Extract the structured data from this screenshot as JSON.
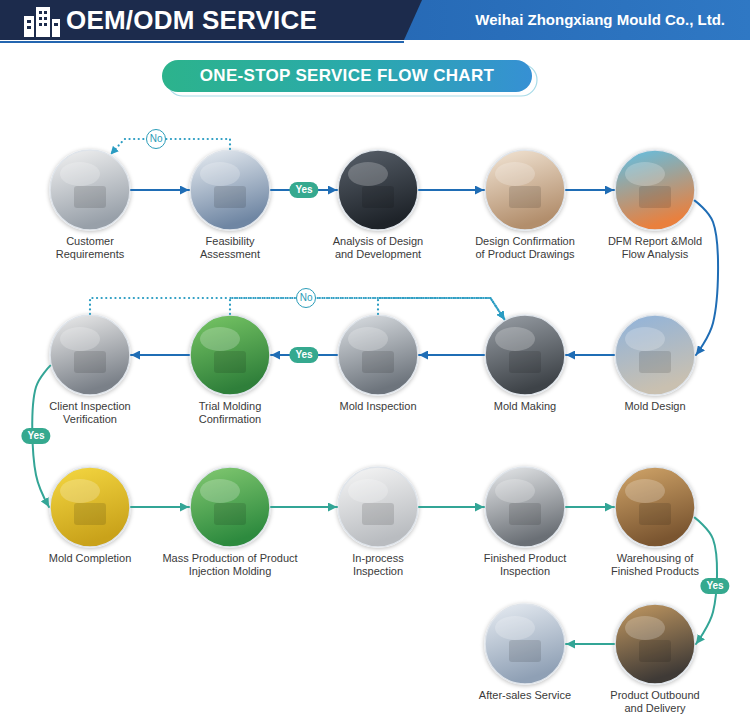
{
  "diagram": {
    "title": "ONE-STOP SERVICE FLOW CHART",
    "nodes": [
      {
        "text": [
          "Customer Requirements"
        ]
      },
      {
        "text": [
          "Feasibility Assessment"
        ]
      },
      {
        "text": [
          "Analysis of Design and Development"
        ]
      },
      {
        "text": [
          "Design Confirmation of Product Drawings"
        ]
      },
      {
        "text": [
          "DFM Report &Mold Flow Analysis"
        ]
      },
      {
        "text": [
          "Mold Design"
        ]
      },
      {
        "text": [
          "Mold Making"
        ]
      },
      {
        "text": [
          "Mold Inspection"
        ]
      },
      {
        "text": [
          "Trial Molding Confirmation"
        ]
      },
      {
        "text": [
          "Client Inspection Verification"
        ]
      },
      {
        "text": [
          "Mold Completion"
        ]
      },
      {
        "text": [
          "Mass Production of Product Injection Molding"
        ]
      },
      {
        "text": [
          "In-process Inspection"
        ]
      },
      {
        "text": [
          "Finished Product Inspection"
        ]
      },
      {
        "text": [
          "Warehousing of Finished Products"
        ]
      },
      {
        "text": [
          "Product Outbound and Delivery"
        ]
      },
      {
        "text": [
          "After-sales Service"
        ]
      }
    ],
    "edges": [
      {
        "from": 0,
        "to": 1,
        "arrow": "to"
      },
      {
        "from": 1,
        "to": 0,
        "label": "No",
        "arrow": "to"
      },
      {
        "from": 1,
        "to": 2,
        "label": "Yes",
        "arrow": "to"
      },
      {
        "from": 2,
        "to": 3,
        "arrow": "to"
      },
      {
        "from": 3,
        "to": 4,
        "arrow": "to"
      },
      {
        "from": 4,
        "to": 5,
        "arrow": "to"
      },
      {
        "from": 5,
        "to": 6,
        "arrow": "to"
      },
      {
        "from": 6,
        "to": 7,
        "arrow": "to"
      },
      {
        "from": 7,
        "to": 8,
        "label": "Yes",
        "arrow": "to"
      },
      {
        "from": 8,
        "to": 9,
        "arrow": "to"
      },
      {
        "from": 9,
        "to": 6,
        "label": "No",
        "arrow": "to"
      },
      {
        "from": 8,
        "to": 6,
        "arrow": "to"
      },
      {
        "from": 7,
        "to": 6,
        "arrow": "to"
      },
      {
        "from": 9,
        "to": 10,
        "label": "Yes",
        "arrow": "to"
      },
      {
        "from": 10,
        "to": 11,
        "arrow": "to"
      },
      {
        "from": 11,
        "to": 12,
        "arrow": "to"
      },
      {
        "from": 12,
        "to": 13,
        "arrow": "to"
      },
      {
        "from": 13,
        "to": 14,
        "arrow": "to"
      },
      {
        "from": 14,
        "to": 15,
        "label": "Yes",
        "arrow": "to"
      },
      {
        "from": 15,
        "to": 16,
        "arrow": "to"
      }
    ],
    "labels": [
      "OEM/ODM SERVICE",
      "Weihai Zhongxiang Mould Co., Ltd."
    ]
  }
}
